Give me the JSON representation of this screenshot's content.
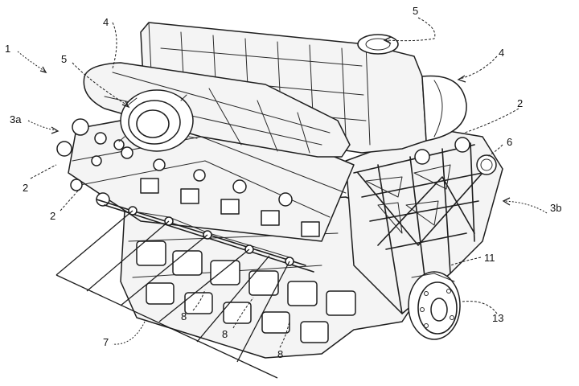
{
  "figure": {
    "labels": [
      {
        "id": "ref-1",
        "text": "1"
      },
      {
        "id": "ref-4-left",
        "text": "4"
      },
      {
        "id": "ref-5-top",
        "text": "5"
      },
      {
        "id": "ref-5-left",
        "text": "5"
      },
      {
        "id": "ref-4-right",
        "text": "4"
      },
      {
        "id": "ref-3a",
        "text": "3a"
      },
      {
        "id": "ref-2-right",
        "text": "2"
      },
      {
        "id": "ref-6",
        "text": "6"
      },
      {
        "id": "ref-2-left-upper",
        "text": "2"
      },
      {
        "id": "ref-2-left-lower",
        "text": "2"
      },
      {
        "id": "ref-3b",
        "text": "3b"
      },
      {
        "id": "ref-11",
        "text": "11"
      },
      {
        "id": "ref-13",
        "text": "13"
      },
      {
        "id": "ref-8-a",
        "text": "8"
      },
      {
        "id": "ref-8-b",
        "text": "8"
      },
      {
        "id": "ref-8-c",
        "text": "8"
      },
      {
        "id": "ref-7",
        "text": "7"
      }
    ]
  }
}
